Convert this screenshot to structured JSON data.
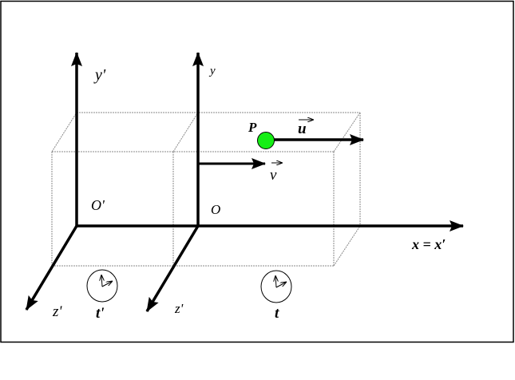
{
  "diagram": {
    "title": "Galilean reference frames in relative motion",
    "frames": [
      {
        "id": "moving",
        "origin_label": "O'",
        "y_label": "y'",
        "z_label": "z'",
        "clock_label": "t'"
      },
      {
        "id": "rest",
        "origin_label": "O",
        "y_label": "y",
        "z_label": "z'",
        "clock_label": "t"
      }
    ],
    "shared_axis_label": "x = x′",
    "particle": {
      "label": "P",
      "velocity_label": "u",
      "color": "#15ee15"
    },
    "frame_velocity_label": "v",
    "colors": {
      "axis": "#000000",
      "box_edge": "#8a8a8a",
      "background": "#ffffff",
      "border": "#000000"
    }
  }
}
